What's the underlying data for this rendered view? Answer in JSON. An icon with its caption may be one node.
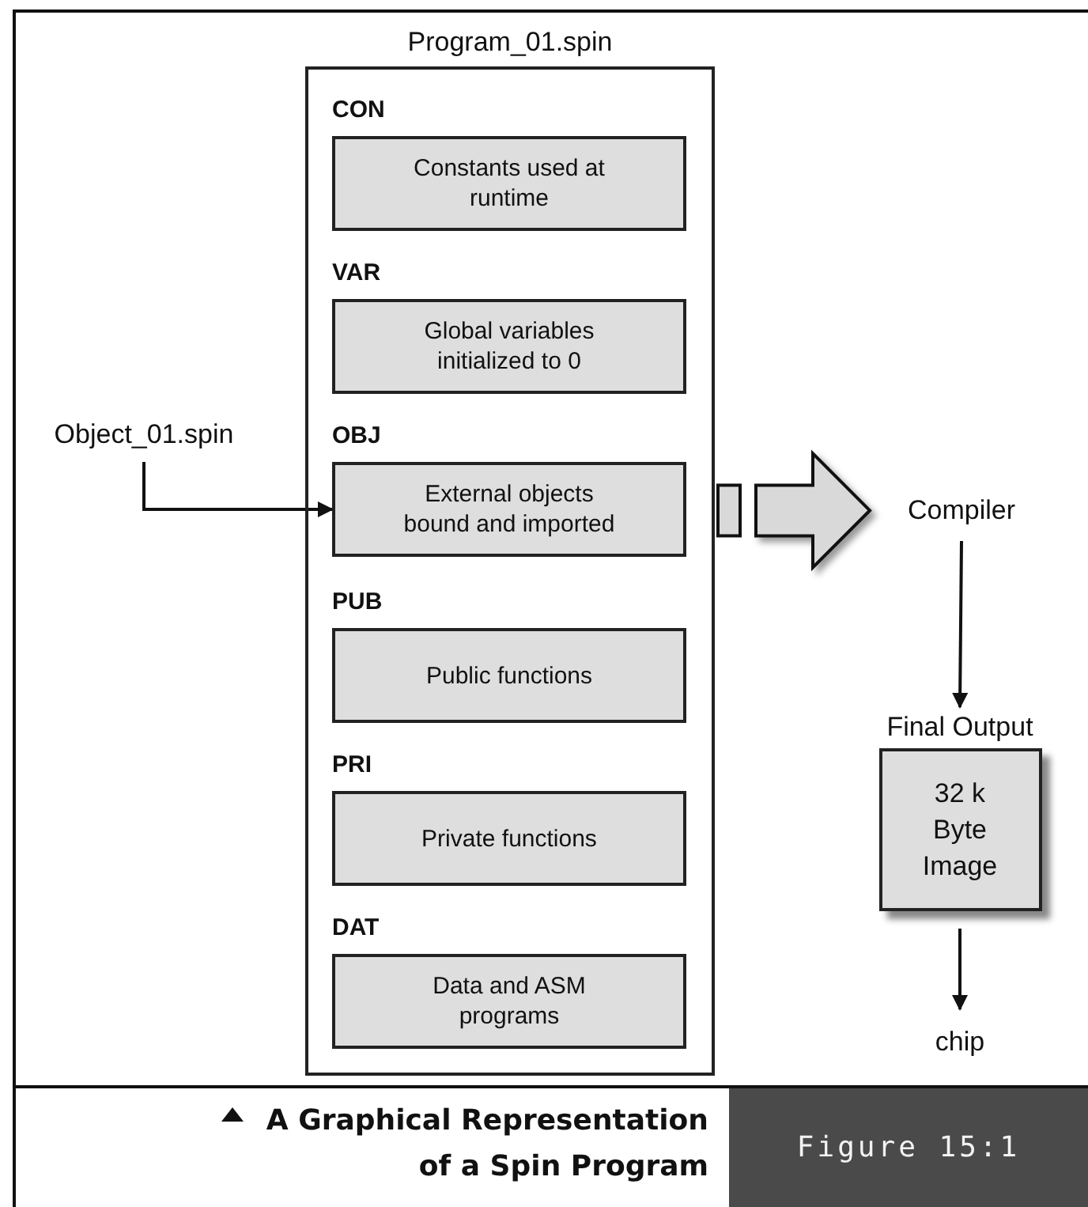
{
  "diagram": {
    "caption": "A Graphical Representation of a Spin Program",
    "nodes": [
      {
        "text": [
          "Program_01.spin"
        ]
      },
      {
        "text": [
          "Constants used at runtime"
        ],
        "in": 0,
        "beside": [
          "CON"
        ]
      },
      {
        "text": [
          "Global variables initialized to 0"
        ],
        "in": 0,
        "beside": [
          "VAR"
        ]
      },
      {
        "text": [
          "External objects bound and imported"
        ],
        "in": 0,
        "beside": [
          "OBJ"
        ]
      },
      {
        "text": [
          "Public functions"
        ],
        "in": 0,
        "beside": [
          "PUB"
        ]
      },
      {
        "text": [
          "Private functions"
        ],
        "in": 0,
        "beside": [
          "PRI"
        ]
      },
      {
        "text": [
          "Data and ASM programs"
        ],
        "in": 0,
        "beside": [
          "DAT"
        ]
      },
      {
        "text": [
          "Object_01.spin"
        ]
      },
      {
        "text": [
          "Compiler"
        ]
      },
      {
        "text": [
          "Final Output",
          "32 k Byte Image"
        ]
      },
      {
        "text": [
          "chip"
        ]
      }
    ],
    "edges": [
      {
        "from": 7,
        "to": 3,
        "arrow": "to"
      },
      {
        "from": 0,
        "to": 8,
        "arrow": "to",
        "style": "thick"
      },
      {
        "from": 8,
        "to": 9,
        "arrow": "to"
      },
      {
        "from": 9,
        "to": 10,
        "arrow": "to"
      }
    ],
    "labels": [
      "Figure 15:1"
    ]
  }
}
